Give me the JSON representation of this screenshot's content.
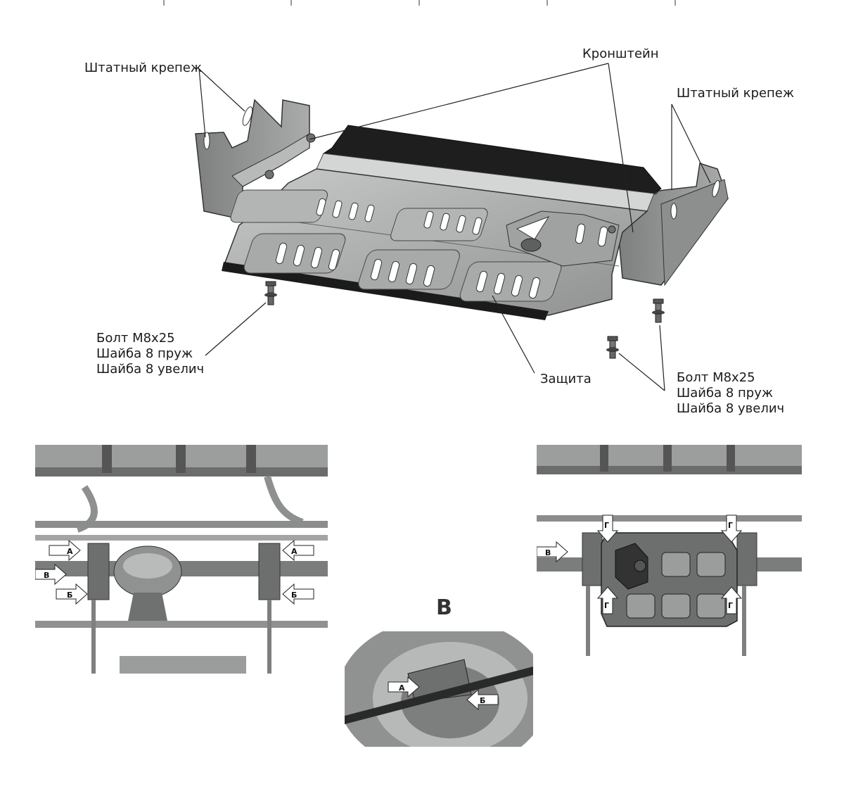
{
  "labels": {
    "std_fastener_left": "Штатный крепеж",
    "bracket": "Кронштейн",
    "std_fastener_right": "Штатный крепеж",
    "protection": "Защита",
    "bolt_left": [
      "Болт М8х25",
      "Шайба 8 пруж",
      "Шайба 8 увелич"
    ],
    "bolt_right": [
      "Болт М8х25",
      "Шайба 8 пруж",
      "Шайба 8 увелич"
    ]
  },
  "views": {
    "center_view_letter": "В",
    "left_photo_markers": [
      "А",
      "В",
      "Б",
      "А",
      "Б"
    ],
    "center_photo_markers": [
      "А",
      "Б"
    ],
    "right_photo_markers": [
      "Г",
      "Г",
      "В",
      "Г",
      "Г"
    ]
  },
  "colors": {
    "metal_light": "#c9cbca",
    "metal_mid": "#9a9d9c",
    "metal_dark": "#5f6261",
    "edge_black": "#1b1b1b",
    "line": "#222222"
  }
}
